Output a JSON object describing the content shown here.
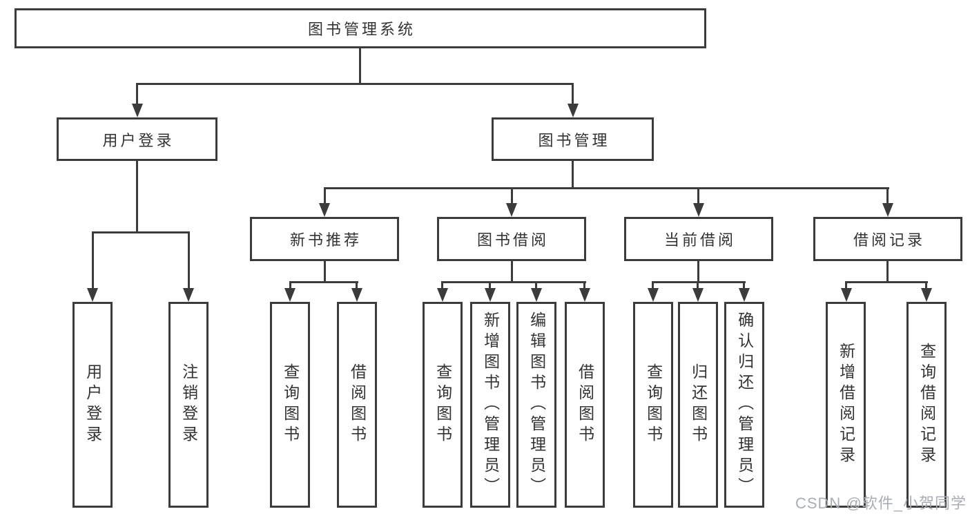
{
  "nodes": {
    "root": "图书管理系统",
    "user_login": "用户登录",
    "book_mgmt": "图书管理",
    "new_book": "新书推荐",
    "book_borrow": "图书借阅",
    "current_borrow": "当前借阅",
    "borrow_record": "借阅记录",
    "leaves": {
      "user_login": [
        "用户登录",
        "注销登录"
      ],
      "new_book": [
        "查询图书",
        "借阅图书"
      ],
      "book_borrow": [
        "查询图书",
        "新增图书（管理员）",
        "编辑图书（管理员）",
        "借阅图书"
      ],
      "current_borrow": [
        "查询图书",
        "归还图书",
        "确认归还（管理员）"
      ],
      "borrow_record": [
        "新增借阅记录",
        "查询借阅记录"
      ]
    }
  },
  "watermark": "CSDN @软件_小贺同学",
  "colors": {
    "line": "#3b3b3b",
    "text": "#333333",
    "background": "#ffffff",
    "watermark": "#a9aeb6"
  }
}
